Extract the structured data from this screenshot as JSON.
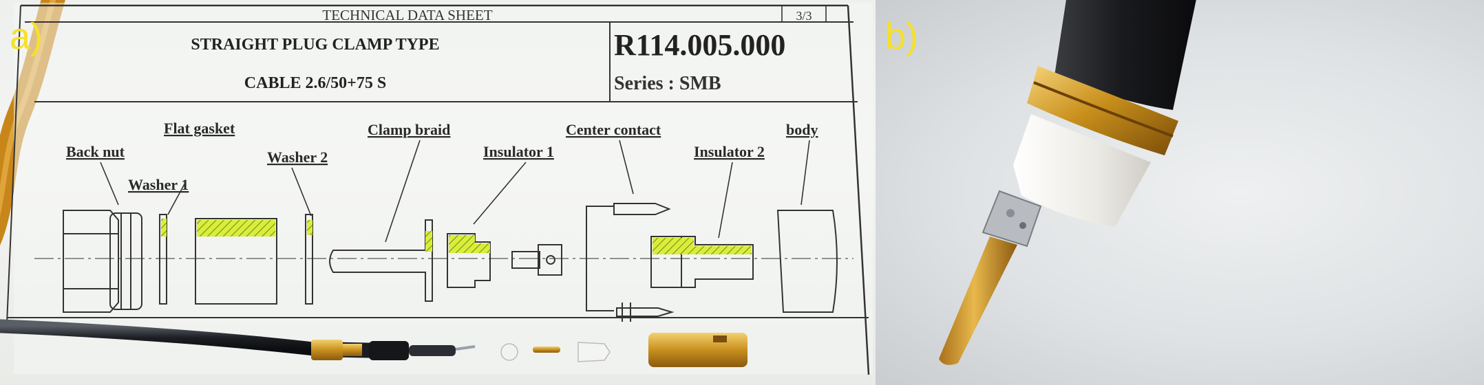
{
  "panel_labels": {
    "a": "a)",
    "b": "b)"
  },
  "sheet": {
    "header": "TECHNICAL DATA SHEET",
    "page": "3/3",
    "title": "STRAIGHT PLUG CLAMP TYPE",
    "cable": "CABLE 2.6/50+75 S",
    "part_number": "R114.005.000",
    "series": "Series : SMB"
  },
  "parts": {
    "back_nut": "Back nut",
    "washer_1": "Washer 1",
    "flat_gasket": "Flat gasket",
    "washer_2": "Washer 2",
    "clamp_braid": "Clamp braid",
    "insulator_1": "Insulator 1",
    "center_contact": "Center contact",
    "insulator_2": "Insulator 2",
    "body": "body"
  },
  "colors": {
    "highlight": "#d8ee3a",
    "label_yellow": "#f5e12a",
    "gold": "#c89a2a",
    "ink": "#2a2a2a"
  }
}
